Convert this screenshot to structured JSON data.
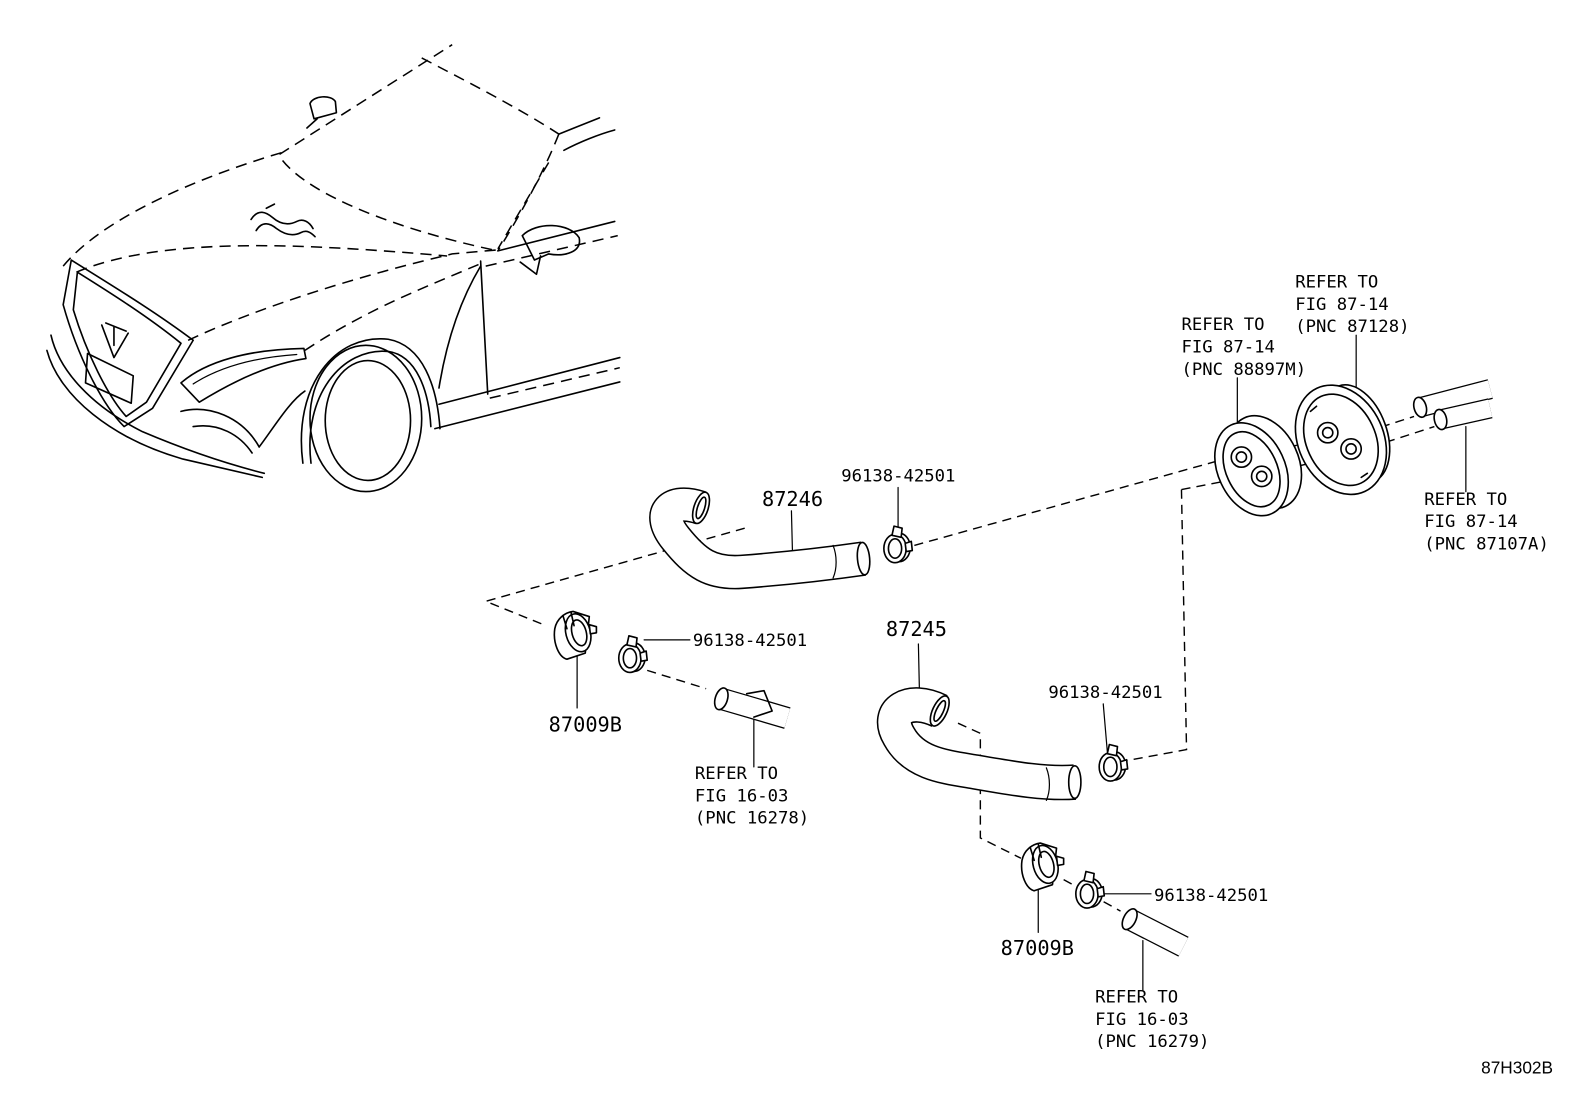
{
  "diagram_id": "87H302B",
  "callouts": {
    "hose_upper": "87246",
    "hose_lower": "87245",
    "clamp_upper": "96138-42501",
    "clamp_left": "96138-42501",
    "clamp_mid": "96138-42501",
    "clamp_lower": "96138-42501",
    "collar_left": "87009B",
    "collar_lower": "87009B"
  },
  "references": {
    "grommet": [
      "REFER TO",
      "FIG 87-14",
      "(PNC 88897M)"
    ],
    "cover": [
      "REFER TO",
      "FIG 87-14",
      "(PNC 87128)"
    ],
    "pipes": [
      "REFER TO",
      "FIG 87-14",
      "(PNC 87107A)"
    ],
    "pipe_left": [
      "REFER TO",
      "FIG 16-03",
      "(PNC 16278)"
    ],
    "pipe_lower": [
      "REFER TO",
      "FIG 16-03",
      "(PNC 16279)"
    ]
  }
}
